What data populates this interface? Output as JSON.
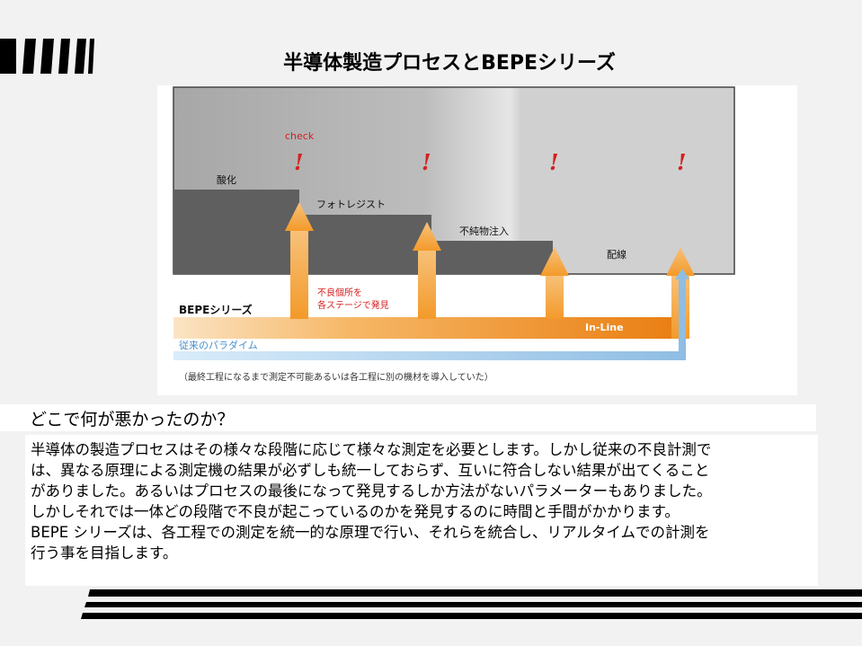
{
  "title": "半導体製造プロセスとBEPEシリーズ",
  "diagram": {
    "check_label": "check",
    "exclamation": "!",
    "stages": [
      "酸化",
      "フォトレジスト",
      "不純物注入",
      "配線"
    ],
    "bepe_label": "BEPEシリーズ",
    "defect_note_line1": "不良個所を",
    "defect_note_line2": "各ステージで発見",
    "inline_label": "In-Line",
    "conventional_label": "従来のパラダイム",
    "conventional_note": "（最終工程になるまで測定不可能あるいは各工程に別の機材を導入していた）",
    "colors": {
      "process_dark": "#5f5f5f",
      "process_light": "#b8b8b8",
      "bepe_orange": "#f08a1c",
      "conventional_blue": "#9ec7e8",
      "label_red": "#d42020"
    }
  },
  "question": "どこで何が悪かったのか？",
  "body_lines": [
    "半導体の製造プロセスはその様々な段階に応じて様々な測定を必要とします。しかし従来の不良計測で",
    "は、異なる原理による測定機の結果が必ずしも統一しておらず、互いに符合しない結果が出てくること",
    "がありました。あるいはプロセスの最後になって発見するしか方法がないパラメーターもありました。",
    "しかしそれでは一体どの段階で不良が起こっているのかを発見するのに時間と手間がかかります。",
    "BEPE シリーズは、各工程での測定を統一的な原理で行い、それらを統合し、リアルタイムでの計測を",
    "行う事を目指します。"
  ]
}
